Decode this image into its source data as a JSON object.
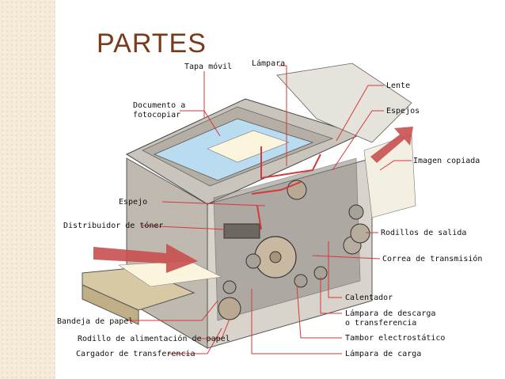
{
  "title": "PARTES",
  "labels": {
    "tapa_movil": "Tapa móvil",
    "lampara": "Lámpara",
    "lente": "Lente",
    "espejos": "Espejos",
    "documento_1": "Documento a",
    "documento_2": "fotocopiar",
    "imagen_copiada": "Imagen copiada",
    "espejo": "Espejo",
    "distribuidor": "Distribuidor de tóner",
    "rodillos_salida": "Rodillos de salida",
    "correa": "Correa de transmisión",
    "calentador": "Calentador",
    "lampara_descarga_1": "Lámpara de descarga",
    "lampara_descarga_2": "o transferencia",
    "bandeja": "Bandeja de papel",
    "tambor": "Tambor electrostático",
    "rodillo_alimentacion": "Rodillo de alimentación de papel",
    "lampara_carga": "Lámpara de carga",
    "cargador": "Cargador de transferencia"
  },
  "colors": {
    "title": "#7a3a1a",
    "leader": "#d33a3a",
    "arrow": "#c85050",
    "body": "#cfcac2",
    "glass": "#b9dcf0"
  }
}
